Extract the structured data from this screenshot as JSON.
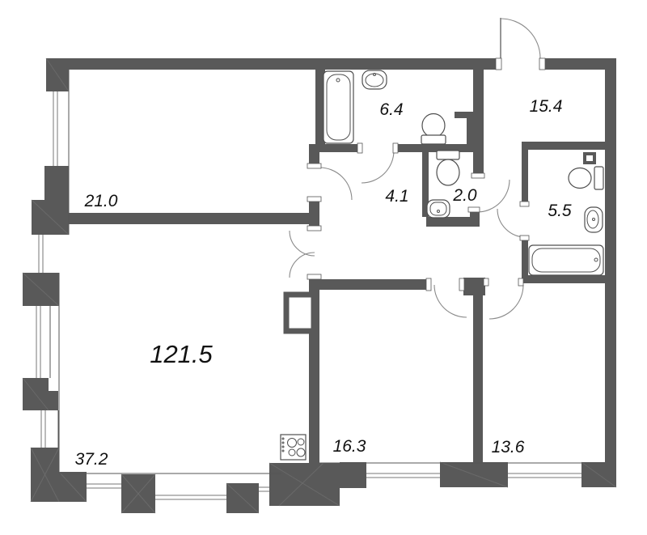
{
  "plan": {
    "type": "apartment-floor-plan",
    "labels": {
      "room_21": "21.0",
      "bath_64": "6.4",
      "hall_154": "15.4",
      "corridor_41": "4.1",
      "wc_20": "2.0",
      "bath_55": "5.5",
      "living_1215": "121.5",
      "living_372": "37.2",
      "room_163": "16.3",
      "room_136": "13.6"
    },
    "colors": {
      "wall": "#595959",
      "thin_line": "#555555",
      "window_line": "#777777",
      "door_arc": "#8a8a8a",
      "label_text": "#111111",
      "background": "#ffffff"
    },
    "fixtures": [
      "bathtub",
      "sink",
      "toilet",
      "stove",
      "ventilation-shaft"
    ]
  }
}
